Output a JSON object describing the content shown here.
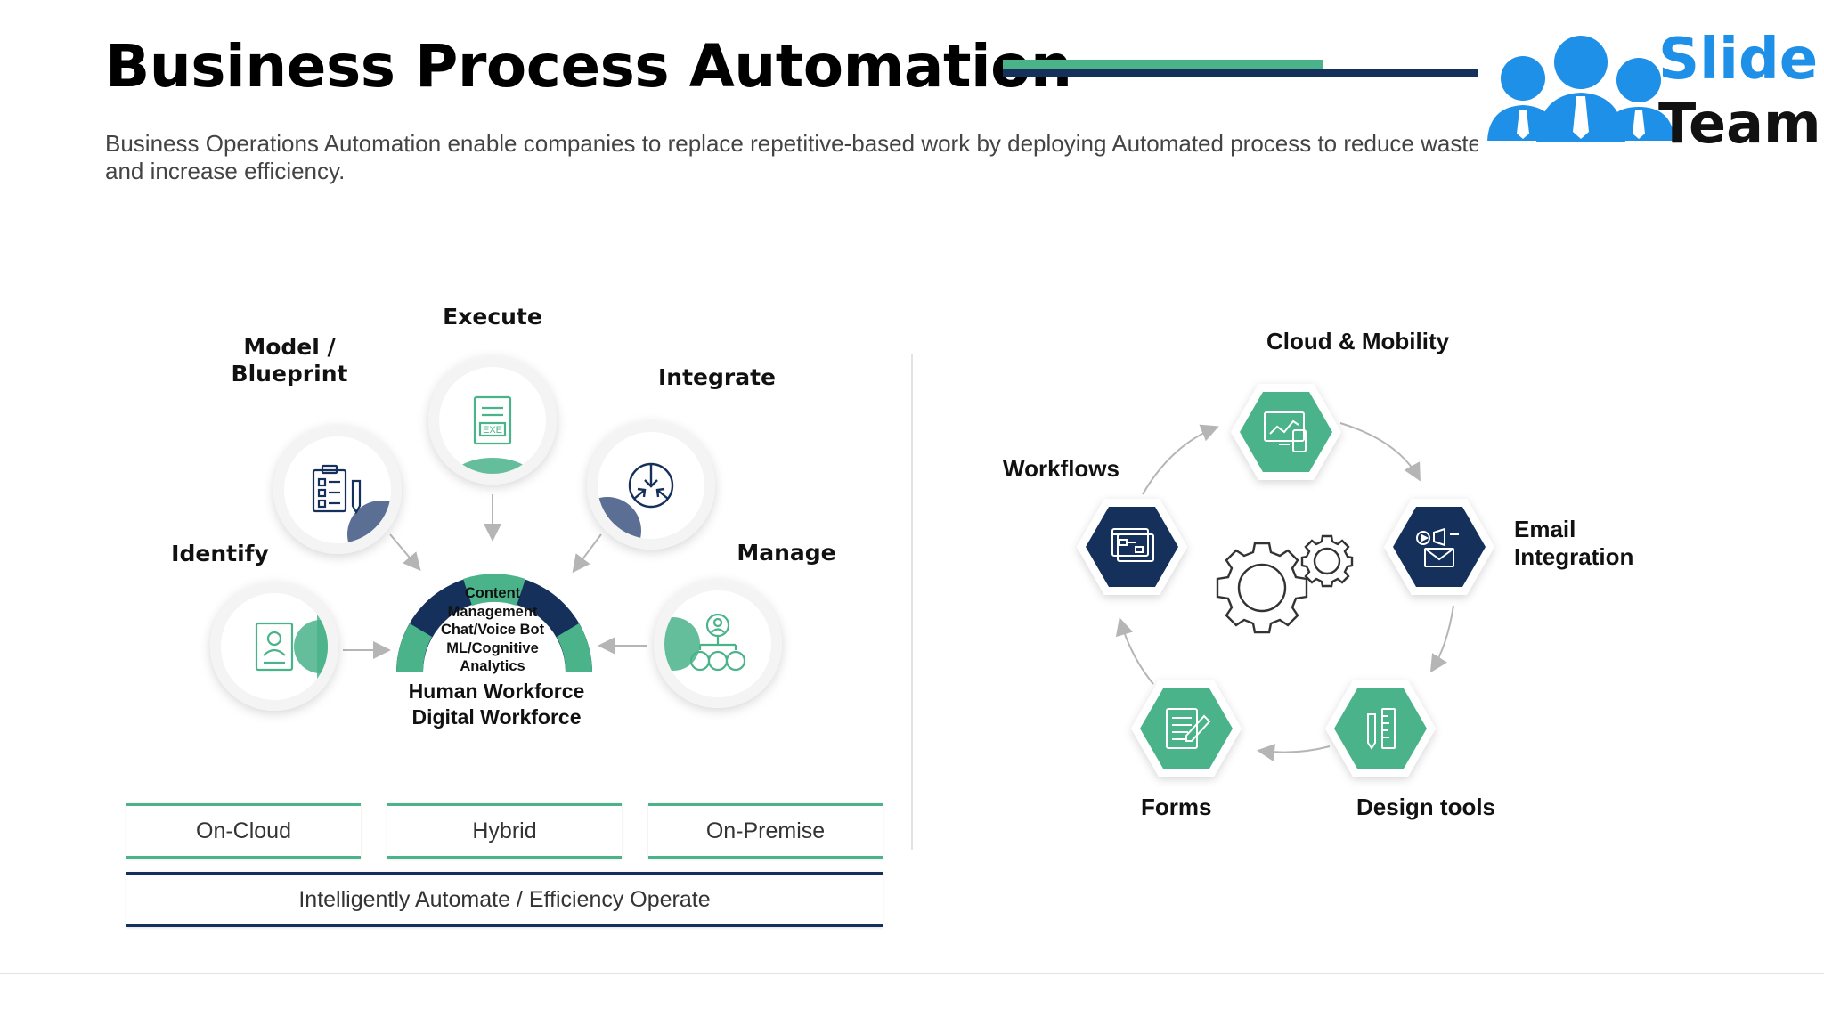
{
  "header": {
    "title": "Business Process Automation",
    "subtitle": "Business Operations Automation enable companies to replace repetitive-based work by deploying Automated process to reduce waste and increase efficiency."
  },
  "logo": {
    "line1": "Slide",
    "line2": "Team"
  },
  "left_diagram": {
    "nodes": {
      "identify": "Identify",
      "model": "Model /\nBlueprint",
      "execute": "Execute",
      "integrate": "Integrate",
      "manage": "Manage"
    },
    "exe_badge": "EXE",
    "center_lines": [
      "Content",
      "Management",
      "Chat/Voice Bot",
      "ML/Cognitive",
      "Analytics"
    ],
    "workforce": {
      "line1": "Human Workforce",
      "line2": "Digital Workforce"
    },
    "deploy_boxes": [
      "On-Cloud",
      "Hybrid",
      "On-Premise"
    ],
    "bottom_box": "Intelligently Automate / Efficiency Operate"
  },
  "right_diagram": {
    "cloud": "Cloud & Mobility",
    "workflows": "Workflows",
    "email": "Email\nIntegration",
    "forms": "Forms",
    "design": "Design tools"
  },
  "colors": {
    "navy": "#15315b",
    "green": "#4ab38a",
    "grey": "#b8b8b8"
  }
}
